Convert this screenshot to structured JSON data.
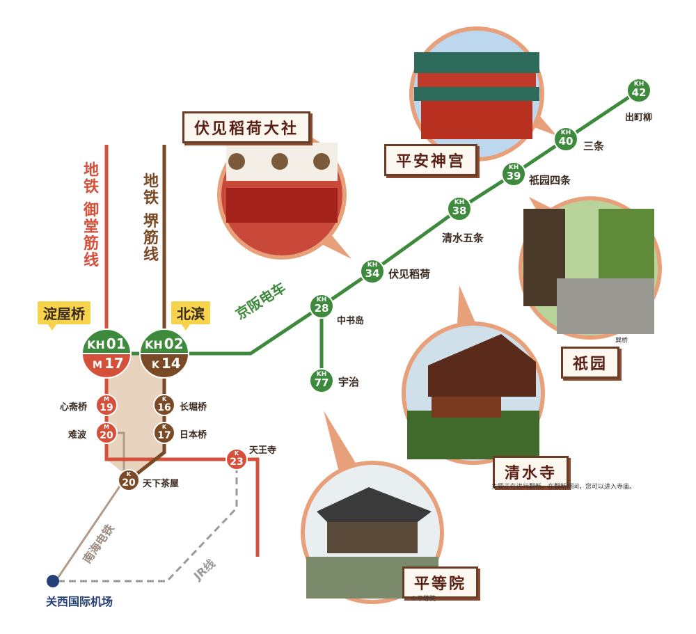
{
  "colors": {
    "keihan": "#3e8a3c",
    "midosuji": "#d4503a",
    "sakaisuji": "#7a4a26",
    "nankai": "#9a9a9a",
    "jr": "#9a9a9a",
    "circle_border": "#e8a07a",
    "transfer_zone": "#e8d3bf",
    "airport": "#24407a"
  },
  "lines": {
    "midosuji_label": "地铁 御堂筋线",
    "sakaisuji_label": "地铁 堺筋线",
    "keihan_label": "京阪电车",
    "nankai_label": "南海电铁",
    "jr_label": "JR线"
  },
  "transfer_tags": {
    "yodoyabashi": "淀屋桥",
    "kitahama": "北滨"
  },
  "stations": {
    "kh01": {
      "code": "KH",
      "num": "01"
    },
    "m17": {
      "code": "M",
      "num": "17"
    },
    "kh02": {
      "code": "KH",
      "num": "02"
    },
    "k14": {
      "code": "K",
      "num": "14"
    },
    "m19": {
      "code": "M",
      "num": "19",
      "name": "心斋桥"
    },
    "m20": {
      "code": "M",
      "num": "20",
      "name": "难波"
    },
    "k16": {
      "code": "K",
      "num": "16",
      "name": "长堀桥"
    },
    "k17": {
      "code": "K",
      "num": "17",
      "name": "日本桥"
    },
    "k20": {
      "code": "K",
      "num": "20",
      "name": "天下茶屋"
    },
    "k23": {
      "code": "K",
      "num": "23",
      "name": "天王寺"
    },
    "kh28": {
      "code": "KH",
      "num": "28",
      "name": "中书岛"
    },
    "kh77": {
      "code": "KH",
      "num": "77",
      "name": "宇治"
    },
    "kh34": {
      "code": "KH",
      "num": "34",
      "name": "伏见稻荷"
    },
    "kh38": {
      "code": "KH",
      "num": "38",
      "name": "清水五条"
    },
    "kh39": {
      "code": "KH",
      "num": "39",
      "name": "祇园四条"
    },
    "kh40": {
      "code": "KH",
      "num": "40",
      "name": "三条"
    },
    "kh42": {
      "code": "KH",
      "num": "42",
      "name": "出町柳"
    },
    "airport": {
      "name": "关西国际机场"
    }
  },
  "attractions": {
    "fushimi": "伏见稻荷大社",
    "heian": "平安神宫",
    "gion": "祇园",
    "gion_credit": "巽桥",
    "kiyomizu": "清水寺",
    "kiyomizu_note": "主殿正在进行翻新。在翻新期间，您可以进入寺庙。",
    "byodoin": "平等院",
    "byodoin_credit": "©平等院"
  }
}
